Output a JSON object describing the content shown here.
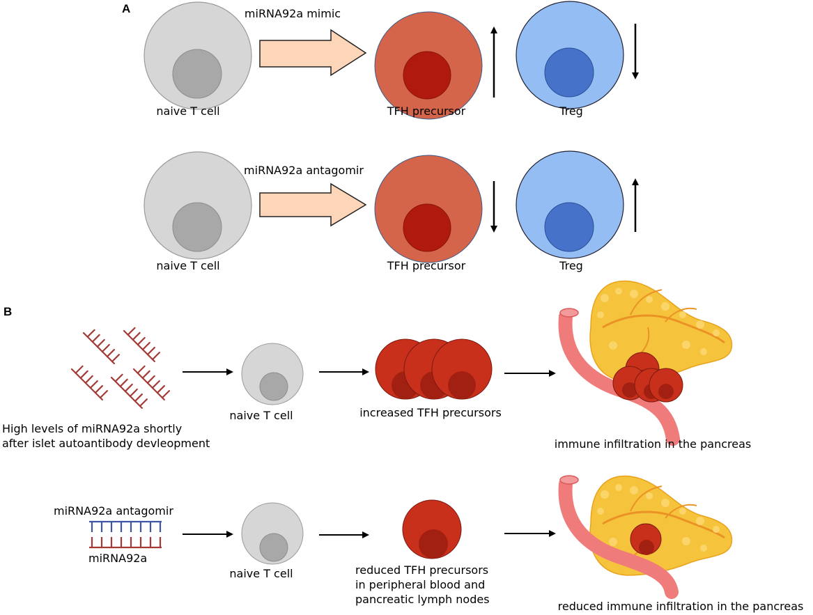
{
  "panel_a": {
    "label": "A",
    "row1": {
      "arrow_label": "miRNA92a mimic",
      "naive_label": "naive T cell",
      "tfh_label": "TFH precursor",
      "treg_label": "Treg",
      "tfh_change": "up",
      "treg_change": "down"
    },
    "row2": {
      "arrow_label": "miRNA92a antagomir",
      "naive_label": "naive T cell",
      "tfh_label": "TFH precursor",
      "treg_label": "Treg",
      "tfh_change": "down",
      "treg_change": "up"
    }
  },
  "panel_b": {
    "label": "B",
    "row1": {
      "source_label_line1": "High levels of miRNA92a shortly",
      "source_label_line2": "after islet autoantibody devleopment",
      "naive_label": "naive T cell",
      "tfh_label": "increased TFH precursors",
      "pancreas_label": "immune infiltration in the pancreas"
    },
    "row2": {
      "antagomir_label": "miRNA92a antagomir",
      "mirna_label": "miRNA92a",
      "naive_label": "naive T cell",
      "tfh_label_line1": "reduced TFH precursors",
      "tfh_label_line2": "in peripheral blood and",
      "tfh_label_line3": "pancreatic lymph nodes",
      "pancreas_label": "reduced immune infiltration in the pancreas"
    }
  },
  "colors": {
    "naive_cell": "#d6d6d6",
    "naive_nucleus": "#a8a8a8",
    "tfh_cell": "#d4654a",
    "tfh_nucleus": "#b0190d",
    "treg_cell": "#93bdf3",
    "treg_nucleus": "#4672c9",
    "process_arrow": "#fdd5b8",
    "mirna_strand": "#a33a35",
    "antagomir_strand": "#3f55a6",
    "pancreas": "#f6c33c",
    "vessel": "#f07b7b"
  }
}
